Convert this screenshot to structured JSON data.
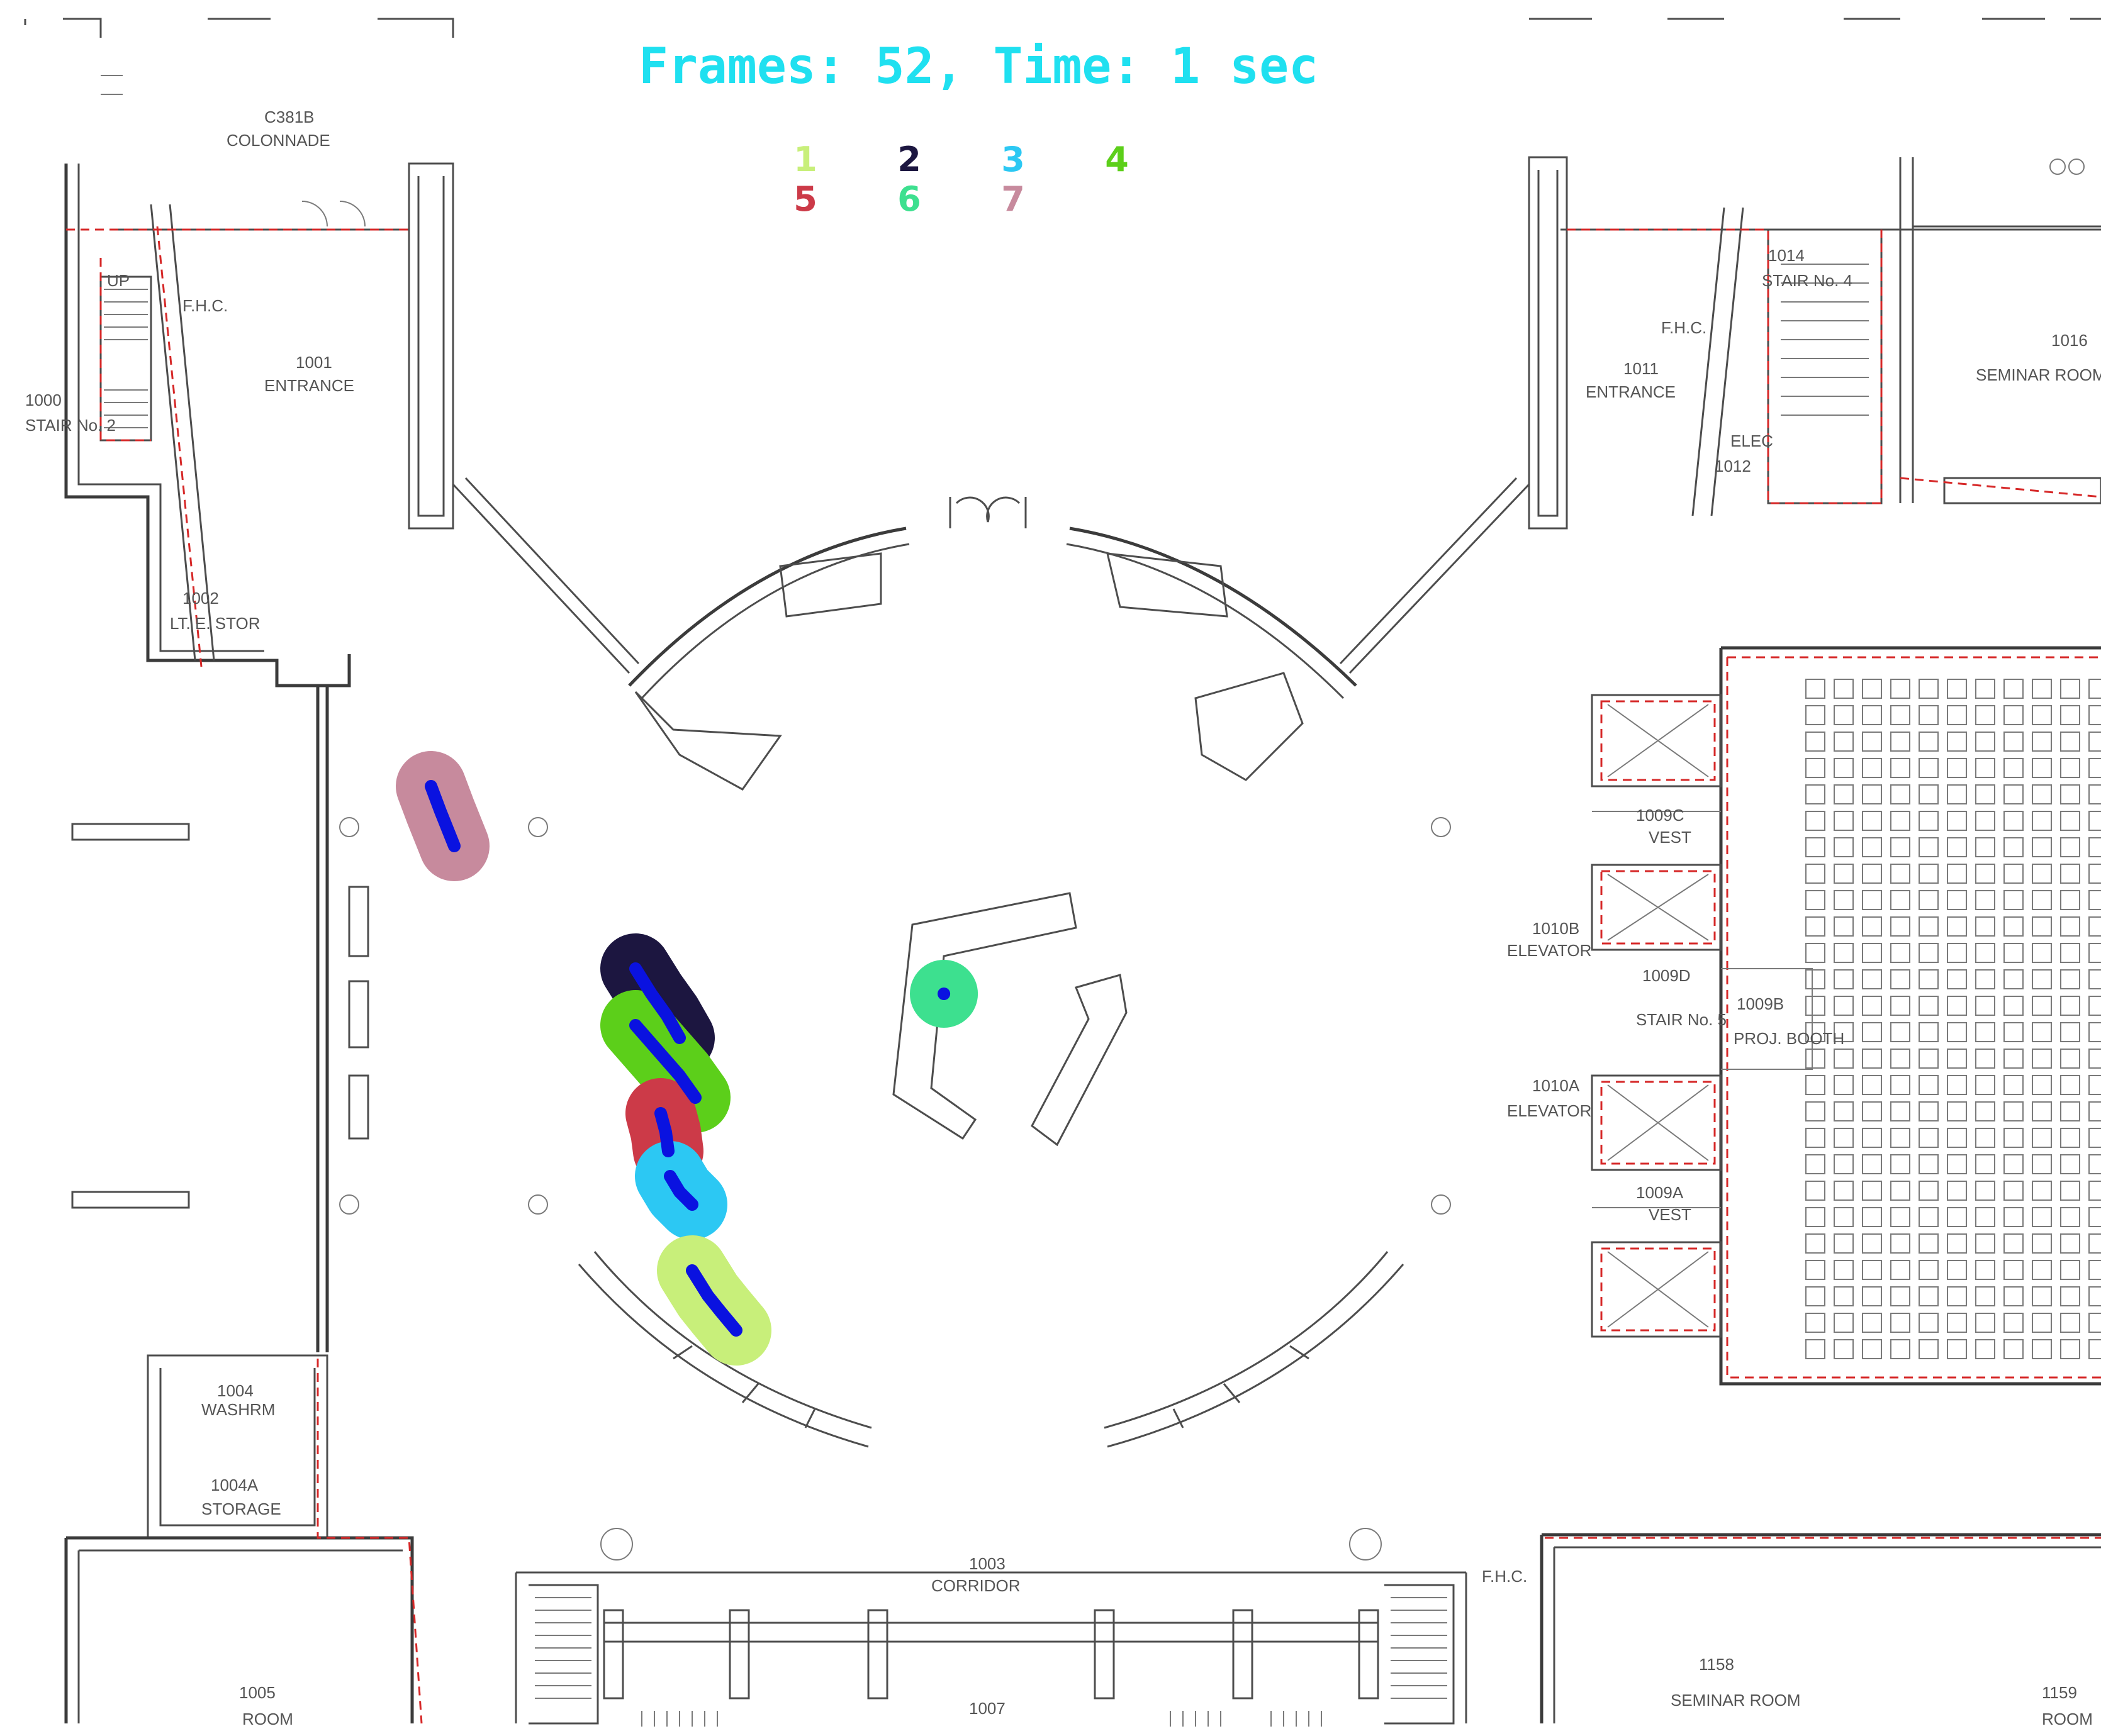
{
  "hud": {
    "status": "Frames: 52, Time: 1 sec",
    "color": "#1fe0f0"
  },
  "legend": [
    {
      "id": "1",
      "color": "#c8ef7a"
    },
    {
      "id": "2",
      "color": "#1c1640"
    },
    {
      "id": "3",
      "color": "#2cc8f3"
    },
    {
      "id": "4",
      "color": "#5ccf1a"
    },
    {
      "id": "5",
      "color": "#cc3a48"
    },
    {
      "id": "6",
      "color": "#3de08f"
    },
    {
      "id": "7",
      "color": "#c78a9d"
    }
  ],
  "track_color": "#0a12e0",
  "tracks": [
    {
      "id": "7",
      "color": "#c78a9d",
      "points": [
        [
          685,
          1250
        ],
        [
          700,
          1290
        ],
        [
          712,
          1320
        ],
        [
          722,
          1345
        ]
      ]
    },
    {
      "id": "2",
      "color": "#1c1640",
      "points": [
        [
          1010,
          1540
        ],
        [
          1035,
          1580
        ],
        [
          1060,
          1615
        ],
        [
          1080,
          1650
        ]
      ]
    },
    {
      "id": "4",
      "color": "#5ccf1a",
      "points": [
        [
          1010,
          1630
        ],
        [
          1045,
          1670
        ],
        [
          1080,
          1710
        ],
        [
          1105,
          1745
        ]
      ]
    },
    {
      "id": "5",
      "color": "#cc3a48",
      "points": [
        [
          1050,
          1770
        ],
        [
          1058,
          1800
        ],
        [
          1062,
          1830
        ]
      ]
    },
    {
      "id": "3",
      "color": "#2cc8f3",
      "points": [
        [
          1065,
          1870
        ],
        [
          1080,
          1895
        ],
        [
          1100,
          1915
        ]
      ]
    },
    {
      "id": "1",
      "color": "#c8ef7a",
      "points": [
        [
          1100,
          2020
        ],
        [
          1125,
          2060
        ],
        [
          1145,
          2085
        ],
        [
          1170,
          2115
        ]
      ]
    },
    {
      "id": "6",
      "color": "#3de08f",
      "points": [
        [
          1500,
          1580
        ]
      ]
    }
  ],
  "rooms": {
    "colonnade": {
      "name": "COLONNADE",
      "num": "C381B"
    },
    "entrance_left": {
      "name": "ENTRANCE",
      "num": "1001"
    },
    "entrance_right": {
      "name": "ENTRANCE",
      "num": "1011"
    },
    "fhc_left": "F.H.C.",
    "fhc_right": "F.H.C.",
    "fhc_bottom": "F.H.C.",
    "up": "UP",
    "stair2": {
      "name": "STAIR No. 2",
      "num": "1000"
    },
    "stair4": {
      "name": "STAIR No. 4",
      "num": "1014"
    },
    "elec": {
      "name": "ELEC",
      "num": "1012"
    },
    "seminar_top": {
      "name": "SEMINAR ROOM",
      "num": "1016"
    },
    "lt_stor": {
      "name": "LT. E. STOR",
      "num": "1002"
    },
    "vest_top": {
      "name": "VEST",
      "num": "1009C"
    },
    "elevator_top": {
      "name": "ELEVATOR",
      "num": "1010B"
    },
    "stair5": {
      "name": "STAIR No. 5",
      "num": "1009D"
    },
    "proj_booth": {
      "name": "PROJ. BOOTH",
      "num": "1009B"
    },
    "elevator_bot": {
      "name": "ELEVATOR",
      "num": "1010A"
    },
    "vest_bot": {
      "name": "VEST",
      "num": "1009A"
    },
    "washrm": {
      "name": "WASHRM",
      "num": "1004"
    },
    "storage": {
      "name": "STORAGE",
      "num": "1004A"
    },
    "corridor": {
      "name": "CORRIDOR",
      "num": "1003"
    },
    "room_left": {
      "name": "ROOM",
      "num": "1005"
    },
    "room_center": {
      "num": "1007"
    },
    "seminar_bottom": {
      "name": "SEMINAR ROOM",
      "num": "1158"
    },
    "room_right": {
      "name": "ROOM",
      "num": "1159"
    }
  }
}
